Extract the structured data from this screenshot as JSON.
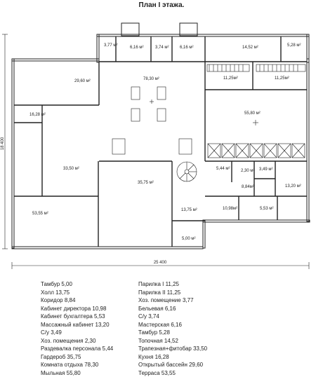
{
  "title": "План I этажа.",
  "dimensions": {
    "width": "25 400",
    "height": "18 400"
  },
  "rooms": [
    {
      "label": "3,77 м²"
    },
    {
      "label": "6,16 м²"
    },
    {
      "label": "3,74 м²"
    },
    {
      "label": "6,16 м²"
    },
    {
      "label": "14,52 м²"
    },
    {
      "label": "5,28 м²"
    },
    {
      "label": "29,60 м²"
    },
    {
      "label": "78,30 м²"
    },
    {
      "label": "11,25м²"
    },
    {
      "label": "11,25м²"
    },
    {
      "label": "16,28 м²"
    },
    {
      "label": "55,80 м²"
    },
    {
      "label": "33,50 м²"
    },
    {
      "label": "5,44 м²"
    },
    {
      "label": "2,30 м²"
    },
    {
      "label": "3,49 м²"
    },
    {
      "label": "35,75 м²"
    },
    {
      "label": "8,84м²"
    },
    {
      "label": "13,20 м²"
    },
    {
      "label": "13,75 м²"
    },
    {
      "label": "10,98м²"
    },
    {
      "label": "5,53 м²"
    },
    {
      "label": "53,55 м²"
    },
    {
      "label": "5,00 м²"
    }
  ],
  "legend_left": [
    "Тамбур 5,00",
    "Холл 13,75",
    "Коридор 8,84",
    "Кабинет директора 10,98",
    "Кабинет бухгалтера 5,53",
    "Массажный кабинет 13,20",
    "С/у 3,49",
    "Хоз. помещения 2,30",
    "Раздевалка персонала 5,44",
    "Гардероб 35,75",
    "Комната отдыха 78,30",
    "Мыльная 55,80"
  ],
  "legend_right": [
    "Парилка I 11,25",
    "Парилка II 11,25",
    "Хоз. помещение 3,77",
    "Бельевая 6,16",
    "С/у 3,74",
    "Мастерская 6,16",
    "Тамбур 5,28",
    "Топочная 14,52",
    "Трапезная+фитобар 33,50",
    "Кухня 16,28",
    "Открытый бассейн 29,60",
    "Терраса 53,55"
  ]
}
